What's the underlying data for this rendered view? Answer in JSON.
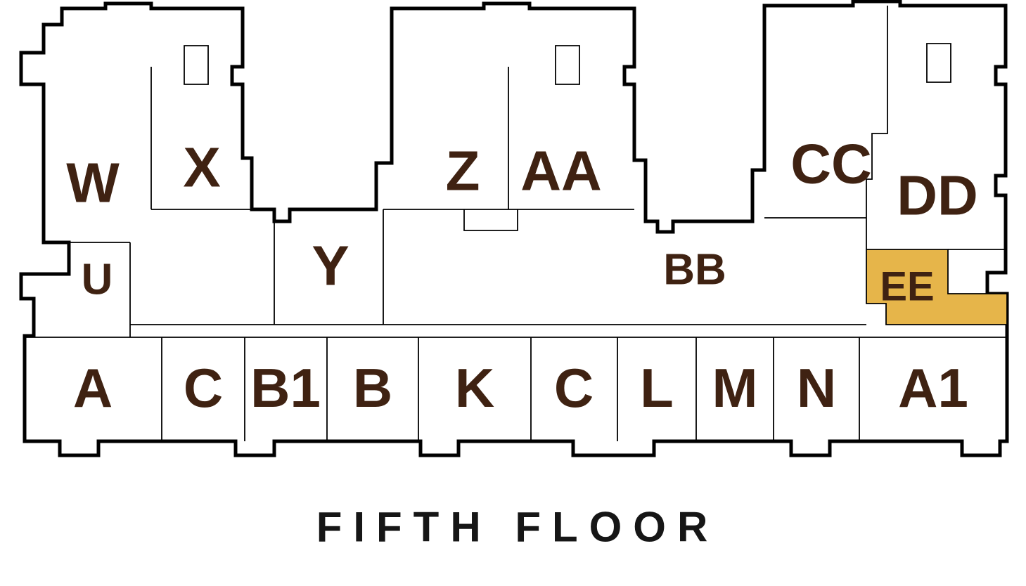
{
  "title": "FIFTH FLOOR",
  "highlighted_unit": "EE",
  "colors": {
    "highlight": "#E6B54A",
    "label": "#3F2212",
    "outline": "#000000",
    "background": "#FFFFFF"
  },
  "units": [
    {
      "id": "W",
      "label": "W",
      "row": "upper"
    },
    {
      "id": "X",
      "label": "X",
      "row": "upper"
    },
    {
      "id": "Z",
      "label": "Z",
      "row": "upper"
    },
    {
      "id": "AA",
      "label": "AA",
      "row": "upper"
    },
    {
      "id": "CC",
      "label": "CC",
      "row": "upper"
    },
    {
      "id": "DD",
      "label": "DD",
      "row": "upper"
    },
    {
      "id": "U",
      "label": "U",
      "row": "middle"
    },
    {
      "id": "Y",
      "label": "Y",
      "row": "middle"
    },
    {
      "id": "BB",
      "label": "BB",
      "row": "middle"
    },
    {
      "id": "EE",
      "label": "EE",
      "row": "middle",
      "highlighted": true
    },
    {
      "id": "A",
      "label": "A",
      "row": "bottom"
    },
    {
      "id": "C",
      "label": "C",
      "row": "bottom"
    },
    {
      "id": "B1",
      "label": "B1",
      "row": "bottom"
    },
    {
      "id": "B",
      "label": "B",
      "row": "bottom"
    },
    {
      "id": "K",
      "label": "K",
      "row": "bottom"
    },
    {
      "id": "C2",
      "label": "C",
      "row": "bottom"
    },
    {
      "id": "L",
      "label": "L",
      "row": "bottom"
    },
    {
      "id": "M",
      "label": "M",
      "row": "bottom"
    },
    {
      "id": "N",
      "label": "N",
      "row": "bottom"
    },
    {
      "id": "A1",
      "label": "A1",
      "row": "bottom"
    }
  ]
}
